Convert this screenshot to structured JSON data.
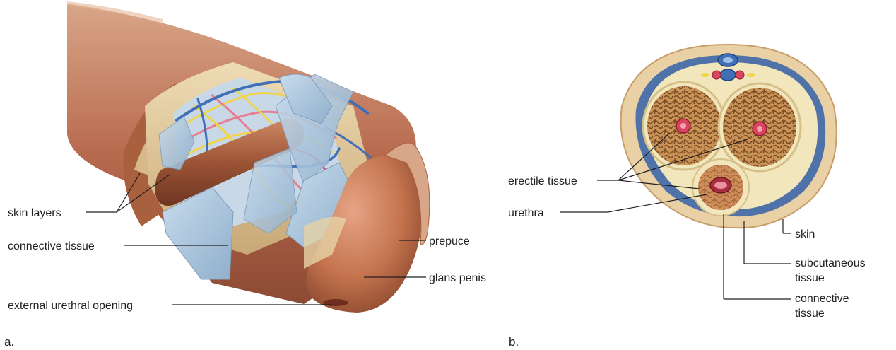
{
  "panel_a": {
    "letter": "a.",
    "labels": {
      "skin_layers": "skin layers",
      "connective_tissue": "connective tissue",
      "external_urethral_opening": "external urethral opening",
      "prepuce": "prepuce",
      "glans_penis": "glans penis"
    }
  },
  "panel_b": {
    "letter": "b.",
    "labels": {
      "erectile_tissue": "erectile tissue",
      "urethra": "urethra",
      "skin": "skin",
      "subcutaneous_1": "subcutaneous",
      "subcutaneous_2": "tissue",
      "connective_1": "connective",
      "connective_2": "tissue"
    }
  },
  "colors": {
    "skin": "#b86a4e",
    "glans": "#c4744e",
    "fascia": "#a9c4dc",
    "connective": "#e6d2a6",
    "erectile": "#a8723e",
    "vein": "#3f6fb5",
    "artery": "#d9455f",
    "nerve": "#f0d44a"
  }
}
